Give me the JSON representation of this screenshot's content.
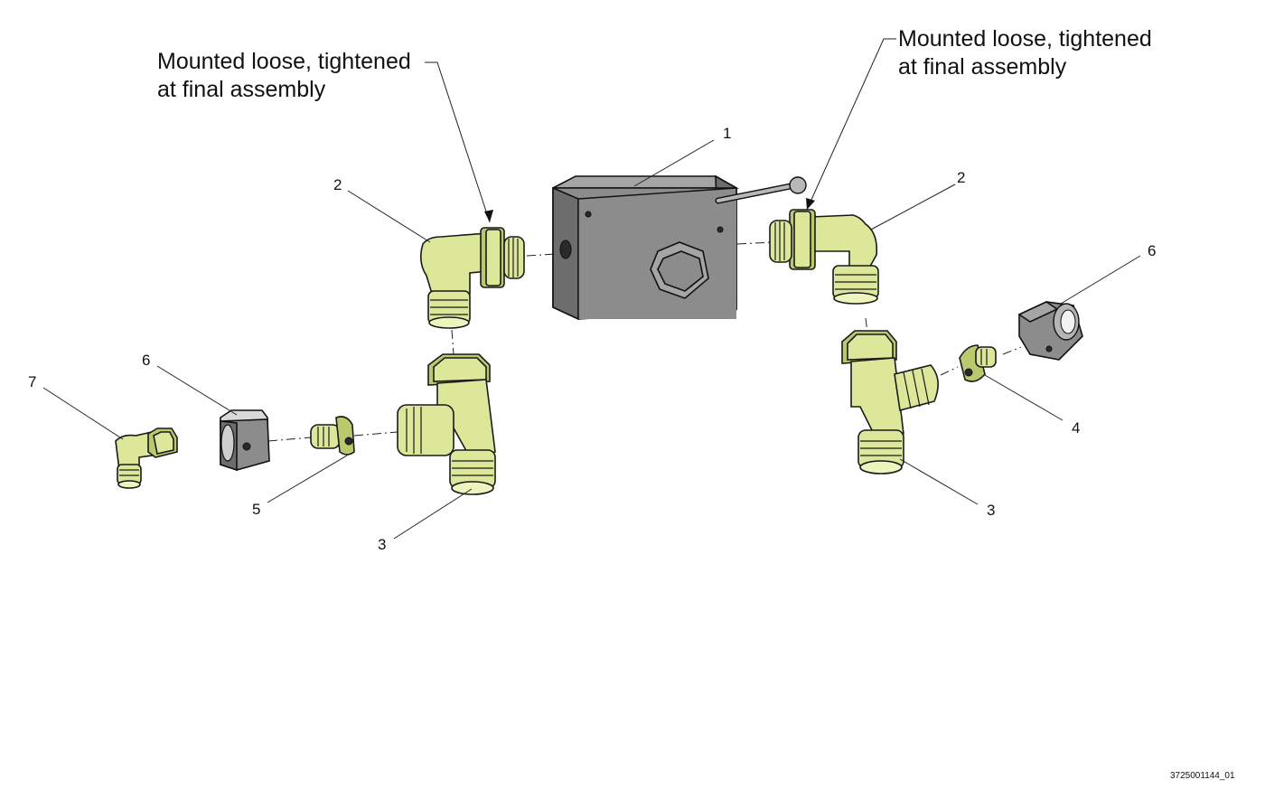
{
  "notes": {
    "left": [
      "Mounted loose, tightened",
      "at final assembly"
    ],
    "right": [
      "Mounted loose, tightened",
      "at final assembly"
    ]
  },
  "callouts": {
    "valve": "1",
    "elbow_left": "2",
    "elbow_right": "2",
    "tee_left": "3",
    "tee_right": "3",
    "plug_right": "4",
    "plug_left": "5",
    "nut_left": "6",
    "nut_right": "6",
    "elbow_small": "7"
  },
  "document_id": "3725001144_01",
  "colors": {
    "brass": "#dce79a",
    "steel": "#8c8c8c",
    "line": "#1a1a1a"
  }
}
